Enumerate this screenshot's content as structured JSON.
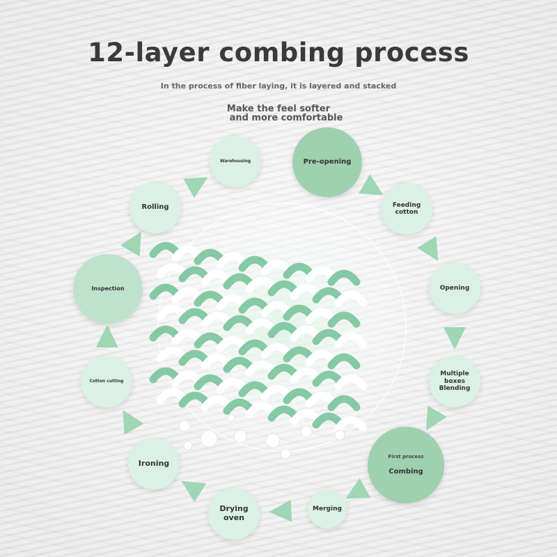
{
  "title": "12-layer combing process",
  "subtitle": "In the process of fiber laying, it is layered and stacked",
  "tagline": {
    "line1": "Make the feel softer",
    "line2": "and more comfortable"
  },
  "steps": [
    {
      "id": "pre-opening",
      "label": "Pre-opening"
    },
    {
      "id": "feeding-cotton",
      "label": "Feeding\ncotton"
    },
    {
      "id": "opening",
      "label": "Opening"
    },
    {
      "id": "multiple-boxes-blending",
      "label": "Multiple\nboxes\nBlending"
    },
    {
      "id": "combing",
      "label": "Combing",
      "note": "First process"
    },
    {
      "id": "merging",
      "label": "Merging"
    },
    {
      "id": "drying-oven",
      "label": "Drying\noven"
    },
    {
      "id": "ironing",
      "label": "Ironing"
    },
    {
      "id": "cotton-cutting",
      "label": "Cotton cutting"
    },
    {
      "id": "inspection",
      "label": "Inspection"
    },
    {
      "id": "rolling",
      "label": "Rolling"
    },
    {
      "id": "warehousing",
      "label": "Warehousing"
    }
  ],
  "colors": {
    "accent": "#7cc99a",
    "fiber_green": "#86c9a5",
    "fiber_white": "#ffffff",
    "title": "#3a3a3a"
  }
}
